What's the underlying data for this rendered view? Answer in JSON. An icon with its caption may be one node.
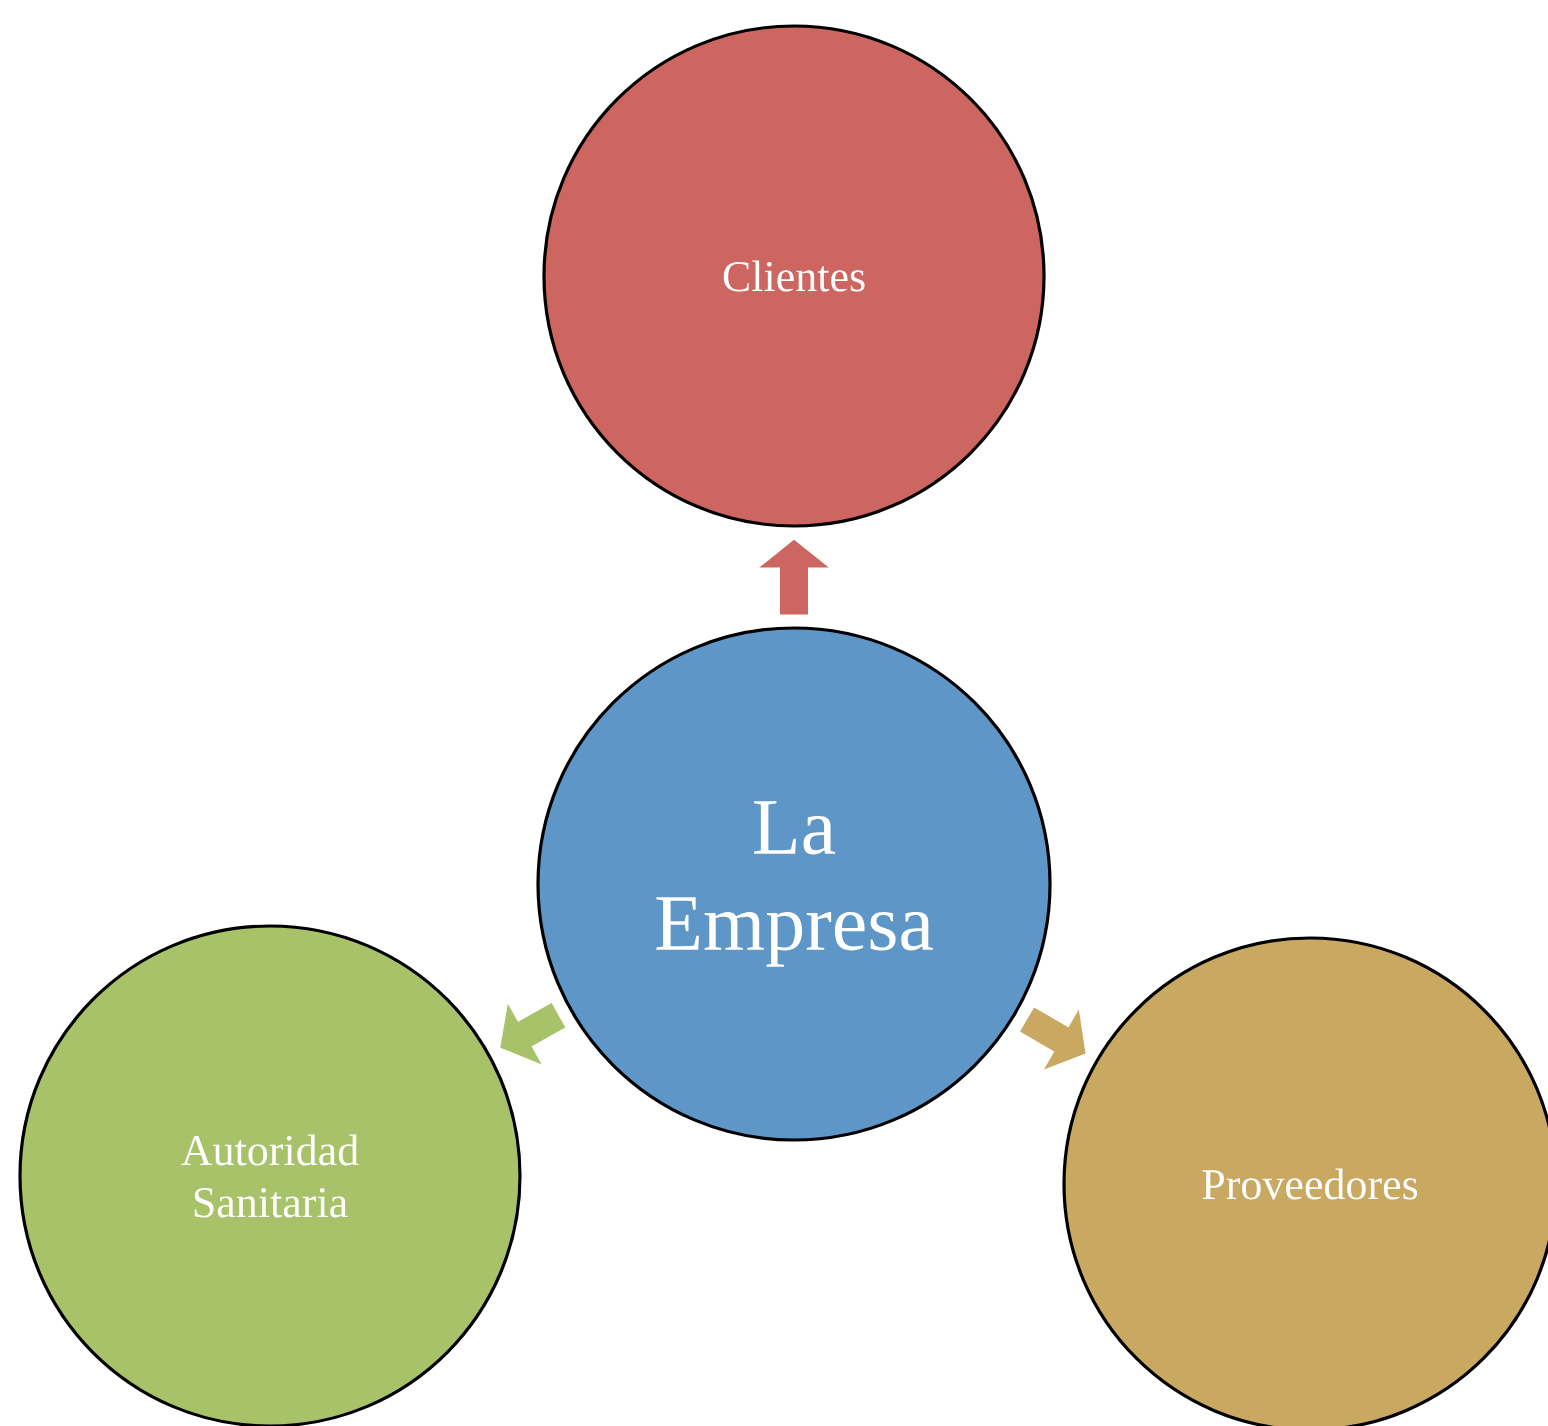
{
  "diagram": {
    "nodes": [
      {
        "text": [
          "La Empresa"
        ]
      },
      {
        "text": [
          "Clientes"
        ]
      },
      {
        "text": [
          "Autoridad Sanitaria"
        ]
      },
      {
        "text": [
          "Proveedores"
        ]
      }
    ],
    "edges": [
      {
        "from": 0,
        "to": 1,
        "arrow": "to",
        "color": "#cd6560"
      },
      {
        "from": 0,
        "to": 2,
        "arrow": "to",
        "color": "#a8c26a"
      },
      {
        "from": 0,
        "to": 3,
        "arrow": "to",
        "color": "#c9a862"
      }
    ]
  }
}
